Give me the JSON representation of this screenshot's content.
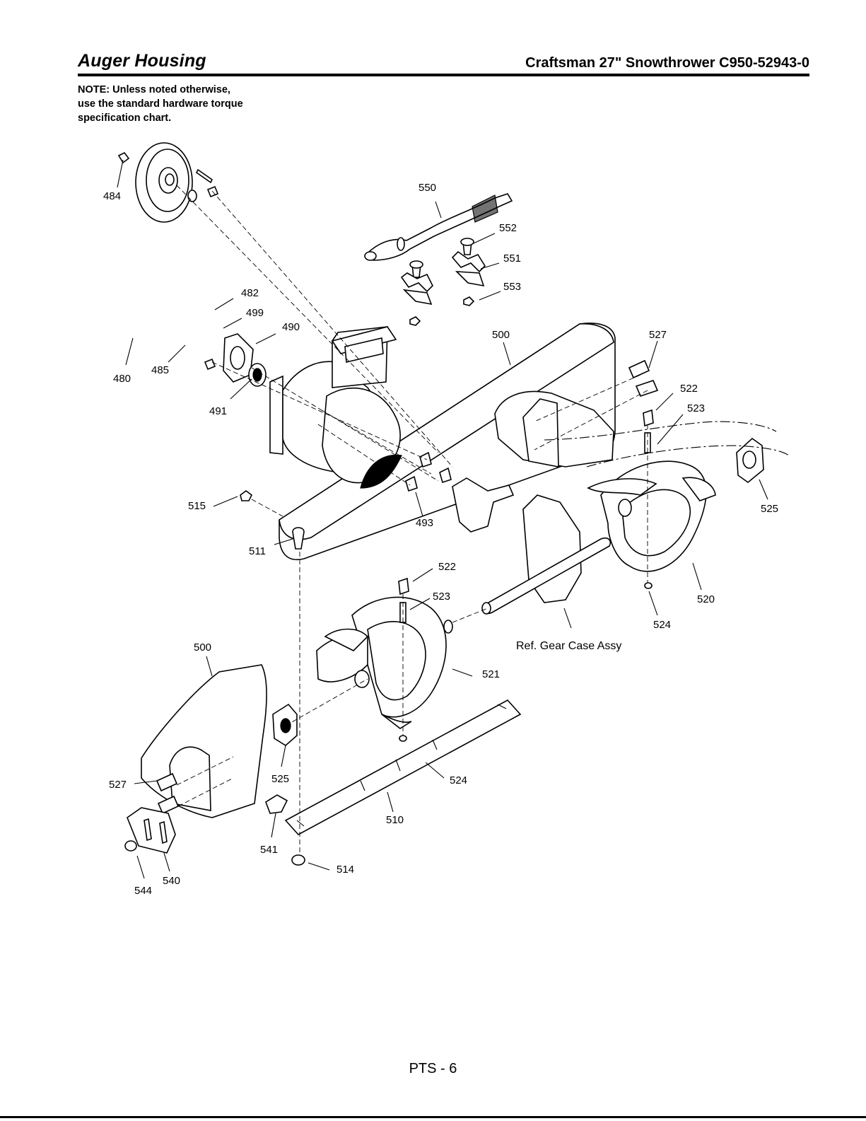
{
  "header": {
    "title": "Auger Housing",
    "model": "Craftsman 27\" Snowthrower C950-52943-0"
  },
  "note": {
    "line1": "NOTE: Unless noted otherwise,",
    "line2": "use the standard hardware torque",
    "line3": "specification chart."
  },
  "callouts": {
    "p550": "550",
    "p552": "552",
    "p551": "551",
    "p553": "553",
    "p482": "482",
    "p499": "499",
    "p490": "490",
    "p484": "484",
    "p480": "480",
    "p485": "485",
    "p491": "491",
    "p500_top": "500",
    "p527_top": "527",
    "p522_top": "522",
    "p523_top": "523",
    "p525_right": "525",
    "p515": "515",
    "p493": "493",
    "p511": "511",
    "p522_mid": "522",
    "p523_mid": "523",
    "p520": "520",
    "p524_right": "524",
    "ref_gear_case": "Ref. Gear Case Assy",
    "p500_bottom": "500",
    "p521": "521",
    "p527_bottom": "527",
    "p525_bottom": "525",
    "p524_bottom": "524",
    "p510": "510",
    "p541": "541",
    "p514": "514",
    "p540": "540",
    "p544": "544"
  },
  "footer": {
    "page": "PTS - 6"
  }
}
